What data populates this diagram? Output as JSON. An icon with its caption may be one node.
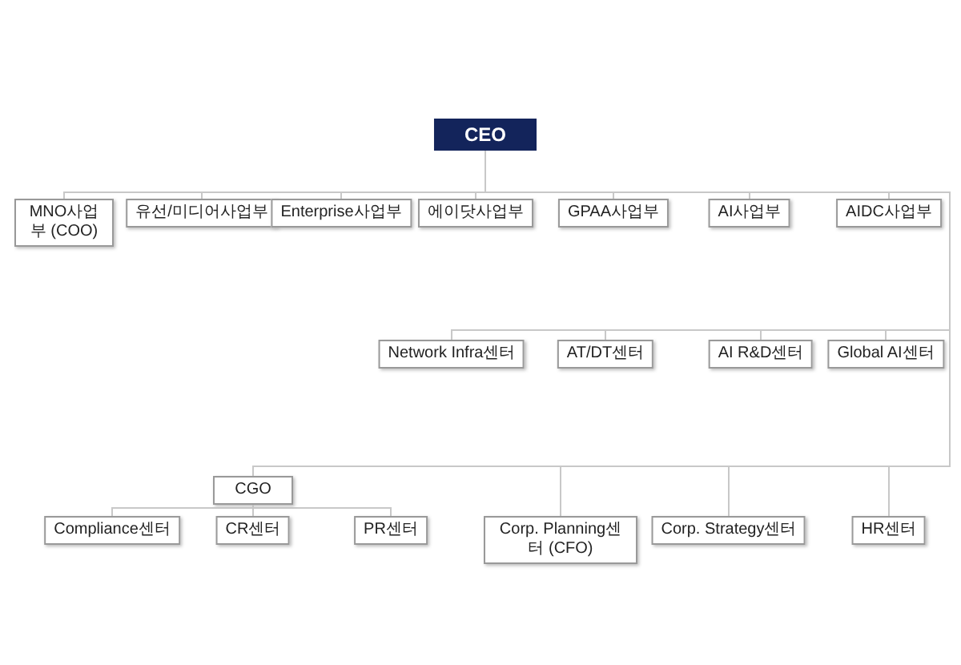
{
  "diagram": {
    "nodes": [
      {
        "text": [
          "CEO"
        ]
      },
      {
        "text": [
          "MNO사업부 (COO)"
        ]
      },
      {
        "text": [
          "유선/미디어사업부"
        ]
      },
      {
        "text": [
          "Enterprise사업부"
        ]
      },
      {
        "text": [
          "에이닷사업부"
        ]
      },
      {
        "text": [
          "GPAA사업부"
        ]
      },
      {
        "text": [
          "AI사업부"
        ]
      },
      {
        "text": [
          "AIDC사업부"
        ]
      },
      {
        "text": [
          "Network Infra센터"
        ]
      },
      {
        "text": [
          "AT/DT센터"
        ]
      },
      {
        "text": [
          "AI R&D센터"
        ]
      },
      {
        "text": [
          "Global AI센터"
        ]
      },
      {
        "text": [
          "CGO"
        ]
      },
      {
        "text": [
          "Compliance센터"
        ]
      },
      {
        "text": [
          "CR센터"
        ]
      },
      {
        "text": [
          "PR센터"
        ]
      },
      {
        "text": [
          "Corp. Planning센터 (CFO)"
        ]
      },
      {
        "text": [
          "Corp. Strategy센터"
        ]
      },
      {
        "text": [
          "HR센터"
        ]
      }
    ],
    "edges": [
      {
        "from": 0,
        "to": 1,
        "arrow": "none"
      },
      {
        "from": 0,
        "to": 2,
        "arrow": "none"
      },
      {
        "from": 0,
        "to": 3,
        "arrow": "none"
      },
      {
        "from": 0,
        "to": 4,
        "arrow": "none"
      },
      {
        "from": 0,
        "to": 5,
        "arrow": "none"
      },
      {
        "from": 0,
        "to": 6,
        "arrow": "none"
      },
      {
        "from": 0,
        "to": 7,
        "arrow": "none"
      },
      {
        "from": 0,
        "to": 8,
        "arrow": "none"
      },
      {
        "from": 0,
        "to": 9,
        "arrow": "none"
      },
      {
        "from": 0,
        "to": 10,
        "arrow": "none"
      },
      {
        "from": 0,
        "to": 11,
        "arrow": "none"
      },
      {
        "from": 0,
        "to": 12,
        "arrow": "none"
      },
      {
        "from": 0,
        "to": 16,
        "arrow": "none"
      },
      {
        "from": 0,
        "to": 17,
        "arrow": "none"
      },
      {
        "from": 0,
        "to": 18,
        "arrow": "none"
      },
      {
        "from": 12,
        "to": 13,
        "arrow": "none"
      },
      {
        "from": 12,
        "to": 14,
        "arrow": "none"
      },
      {
        "from": 12,
        "to": 15,
        "arrow": "none"
      }
    ]
  }
}
